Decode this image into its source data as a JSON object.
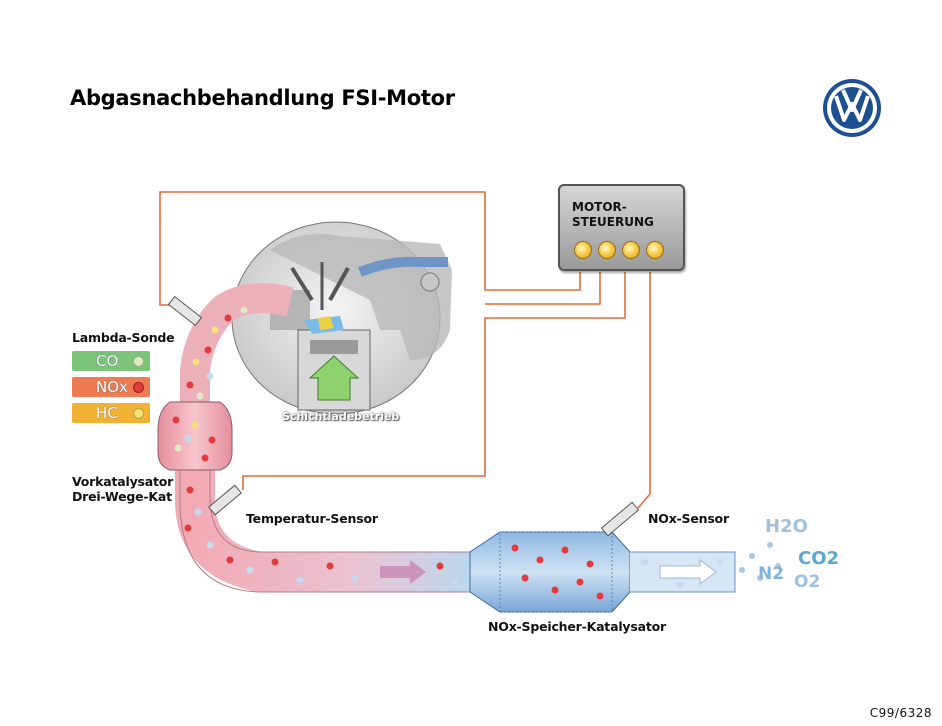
{
  "title": "Abgasnachbehandlung FSI-Motor",
  "ecu": {
    "line1": "MOTOR-",
    "line2": "STEUERUNG",
    "lamp_count": 4
  },
  "labels": {
    "lambda": "Lambda-Sonde",
    "vorkat1": "Vorkatalysator",
    "vorkat2": "Drei-Wege-Kat",
    "temp": "Temperatur-Sensor",
    "nox_sensor": "NOx-Sensor",
    "speicher": "NOx-Speicher-Katalysator",
    "schicht": "Schichtladebetrieb"
  },
  "legend": [
    {
      "text": "CO",
      "color": "#7cc47a",
      "dot": "#dfe9c5"
    },
    {
      "text": "NOx",
      "color": "#ef7b52",
      "dot": "#e23b3b"
    },
    {
      "text": "HC",
      "color": "#f2b233",
      "dot": "#f3e27a"
    }
  ],
  "outputs": [
    "H2O",
    "CO2",
    "N2",
    "O2"
  ],
  "code": "C99/6328",
  "colors": {
    "wire": "#e56a3a",
    "pipe_hot": "#f3b3bd",
    "pipe_cool": "#b9d7ef",
    "accent_blue": "#2a6fb3"
  }
}
